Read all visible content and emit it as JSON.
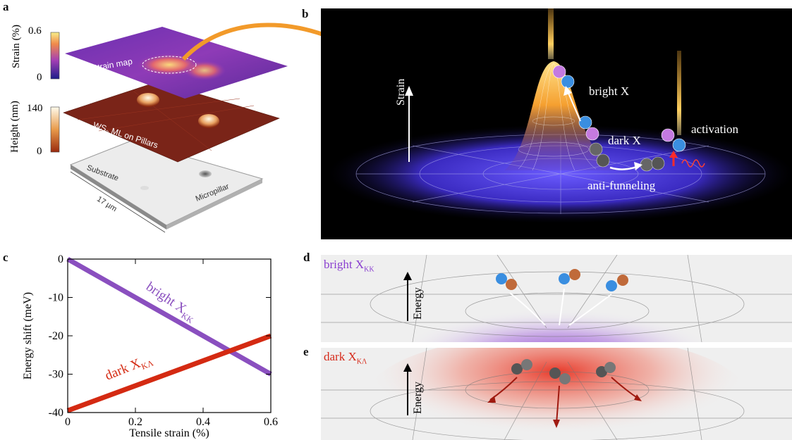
{
  "panels": {
    "a": "a",
    "b": "b",
    "c": "c",
    "d": "d",
    "e": "e"
  },
  "panel_a": {
    "strain_axis": {
      "label": "Strain (%)",
      "max": "0.6",
      "min": "0"
    },
    "height_axis": {
      "label": "Height (nm)",
      "max": "140",
      "min": "0"
    },
    "strain_map_label": "Strain map",
    "ml_label": "WS",
    "ml_sub": "2",
    "ml_rest": " ML on Pillars",
    "substrate_label": "Substrate",
    "micropillar_label": "Micropillar",
    "scale_label": "17 µm",
    "colors": {
      "strain_low": "#2a1b7a",
      "strain_high": "#f6e27a",
      "height_low": "#a8331a",
      "height_high": "#fff8d8"
    }
  },
  "panel_b": {
    "strain_label": "Strain",
    "bright_label": "bright X",
    "dark_label": "dark X",
    "activation_label": "activation",
    "antifunnel_label": "anti-funneling"
  },
  "panel_d": {
    "label_main": "bright X",
    "label_sub": "KK",
    "energy_label": "Energy",
    "color": "#8a3fd0"
  },
  "panel_e": {
    "label_main": "dark X",
    "label_sub": "KΛ",
    "energy_label": "Energy",
    "color": "#d62a1a"
  },
  "chart_data": {
    "type": "line",
    "xlabel": "Tensile strain (%)",
    "ylabel": "Energy shift (meV)",
    "xlim": [
      0,
      0.6
    ],
    "ylim": [
      -40,
      0
    ],
    "xticks": [
      "0",
      "0.2",
      "0.4",
      "0.6"
    ],
    "yticks": [
      "0",
      "-10",
      "-20",
      "-30",
      "-40"
    ],
    "series": [
      {
        "name": "bright X",
        "sub": "KK",
        "x": [
          0,
          0.6
        ],
        "y": [
          0,
          -30
        ],
        "color": "#8a4fbf"
      },
      {
        "name": "dark X",
        "sub": "KΛ",
        "x": [
          0,
          0.6
        ],
        "y": [
          -39.5,
          -20
        ],
        "color": "#d42a12"
      }
    ]
  }
}
